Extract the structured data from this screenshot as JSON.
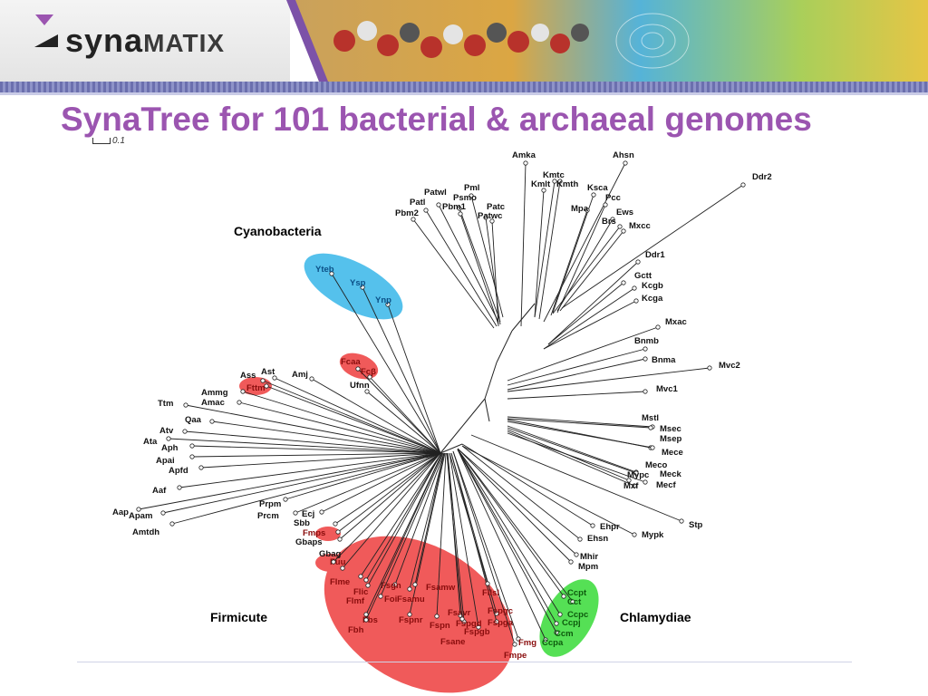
{
  "header": {
    "logo_main": "syna",
    "logo_sub": "MATIX",
    "title": "SynaTree for 101 bacterial & archaeal genomes",
    "scale_label": "0.1"
  },
  "groups": [
    {
      "name": "Cyanobacteria",
      "color": "#55c1ec"
    },
    {
      "name": "Firmicute",
      "color": "#f05a5a"
    },
    {
      "name": "Chlamydiae",
      "color": "#55e055"
    }
  ],
  "colors": {
    "title": "#9b55b0",
    "cyan": "#55c1ec",
    "red": "#f05a5a",
    "green": "#55e055"
  },
  "leaves": [
    {
      "t": "Amka",
      "c": "k"
    },
    {
      "t": "Ahsn",
      "c": "k"
    },
    {
      "t": "Kmtc",
      "c": "k"
    },
    {
      "t": "Kmlt",
      "c": "k"
    },
    {
      "t": "Kmth",
      "c": "k"
    },
    {
      "t": "Ksca",
      "c": "k"
    },
    {
      "t": "Pml",
      "c": "k"
    },
    {
      "t": "Patwl",
      "c": "k"
    },
    {
      "t": "Psmo",
      "c": "k"
    },
    {
      "t": "Patl",
      "c": "k"
    },
    {
      "t": "Pbm1",
      "c": "k"
    },
    {
      "t": "Patc",
      "c": "k"
    },
    {
      "t": "Pbm2",
      "c": "k"
    },
    {
      "t": "Patwc",
      "c": "k"
    },
    {
      "t": "Pcc",
      "c": "k"
    },
    {
      "t": "Mpa",
      "c": "k"
    },
    {
      "t": "Ews",
      "c": "k"
    },
    {
      "t": "Brs",
      "c": "k"
    },
    {
      "t": "Mxcc",
      "c": "k"
    },
    {
      "t": "Ddr2",
      "c": "k"
    },
    {
      "t": "Ddr1",
      "c": "k"
    },
    {
      "t": "Gctt",
      "c": "k"
    },
    {
      "t": "Kcgb",
      "c": "k"
    },
    {
      "t": "Kcga",
      "c": "k"
    },
    {
      "t": "Mxac",
      "c": "k"
    },
    {
      "t": "Bnmb",
      "c": "k"
    },
    {
      "t": "Bnma",
      "c": "k"
    },
    {
      "t": "Mvc2",
      "c": "k"
    },
    {
      "t": "Mvc1",
      "c": "k"
    },
    {
      "t": "Mstl",
      "c": "k"
    },
    {
      "t": "Msec",
      "c": "k"
    },
    {
      "t": "Msep",
      "c": "k"
    },
    {
      "t": "Mece",
      "c": "k"
    },
    {
      "t": "Meco",
      "c": "k"
    },
    {
      "t": "Meck",
      "c": "k"
    },
    {
      "t": "Mypc",
      "c": "k"
    },
    {
      "t": "Mxf",
      "c": "k"
    },
    {
      "t": "Mecf",
      "c": "k"
    },
    {
      "t": "Stp",
      "c": "k"
    },
    {
      "t": "Ehpr",
      "c": "k"
    },
    {
      "t": "Mypk",
      "c": "k"
    },
    {
      "t": "Ehsn",
      "c": "k"
    },
    {
      "t": "Mhir",
      "c": "k"
    },
    {
      "t": "Mpm",
      "c": "k"
    },
    {
      "t": "Ccpt",
      "c": "g"
    },
    {
      "t": "Cct",
      "c": "g"
    },
    {
      "t": "Ccpc",
      "c": "g"
    },
    {
      "t": "Ccpj",
      "c": "g"
    },
    {
      "t": "Ccm",
      "c": "g"
    },
    {
      "t": "Ccpa",
      "c": "g"
    },
    {
      "t": "Fmg",
      "c": "r"
    },
    {
      "t": "Fmpe",
      "c": "r"
    },
    {
      "t": "Fspgc",
      "c": "r"
    },
    {
      "t": "Fspga",
      "c": "r"
    },
    {
      "t": "Fspgb",
      "c": "r"
    },
    {
      "t": "Fllsl",
      "c": "r"
    },
    {
      "t": "Fsavr",
      "c": "r"
    },
    {
      "t": "Fspgd",
      "c": "r"
    },
    {
      "t": "Fsane",
      "c": "r"
    },
    {
      "t": "Fspn",
      "c": "r"
    },
    {
      "t": "Fspnr",
      "c": "r"
    },
    {
      "t": "Fsamw",
      "c": "r"
    },
    {
      "t": "Fsamu",
      "c": "r"
    },
    {
      "t": "Fsgn",
      "c": "r"
    },
    {
      "t": "Foi",
      "c": "r"
    },
    {
      "t": "Fbs",
      "c": "r"
    },
    {
      "t": "Fbh",
      "c": "r"
    },
    {
      "t": "Flme",
      "c": "r"
    },
    {
      "t": "Flic",
      "c": "r"
    },
    {
      "t": "Flmf",
      "c": "r"
    },
    {
      "t": "Fuu",
      "c": "r"
    },
    {
      "t": "Gbag",
      "c": "k"
    },
    {
      "t": "Gbaps",
      "c": "k"
    },
    {
      "t": "Fmps",
      "c": "r"
    },
    {
      "t": "Sbb",
      "c": "k"
    },
    {
      "t": "Ecj",
      "c": "k"
    },
    {
      "t": "Prpm",
      "c": "k"
    },
    {
      "t": "Prcm",
      "c": "k"
    },
    {
      "t": "Aap",
      "c": "k"
    },
    {
      "t": "Apam",
      "c": "k"
    },
    {
      "t": "Amtdh",
      "c": "k"
    },
    {
      "t": "Aaf",
      "c": "k"
    },
    {
      "t": "Apfd",
      "c": "k"
    },
    {
      "t": "Apai",
      "c": "k"
    },
    {
      "t": "Aph",
      "c": "k"
    },
    {
      "t": "Ata",
      "c": "k"
    },
    {
      "t": "Atv",
      "c": "k"
    },
    {
      "t": "Qaa",
      "c": "k"
    },
    {
      "t": "Ttm",
      "c": "k"
    },
    {
      "t": "Amac",
      "c": "k"
    },
    {
      "t": "Ammg",
      "c": "k"
    },
    {
      "t": "Fttm",
      "c": "r"
    },
    {
      "t": "Ass",
      "c": "k"
    },
    {
      "t": "Ast",
      "c": "k"
    },
    {
      "t": "Amj",
      "c": "k"
    },
    {
      "t": "Ufnn",
      "c": "k"
    },
    {
      "t": "Fcaa",
      "c": "r"
    },
    {
      "t": "Fcβ",
      "c": "r"
    },
    {
      "t": "Yteb",
      "c": "b"
    },
    {
      "t": "Ysp",
      "c": "b"
    },
    {
      "t": "Ynp",
      "c": "b"
    }
  ]
}
